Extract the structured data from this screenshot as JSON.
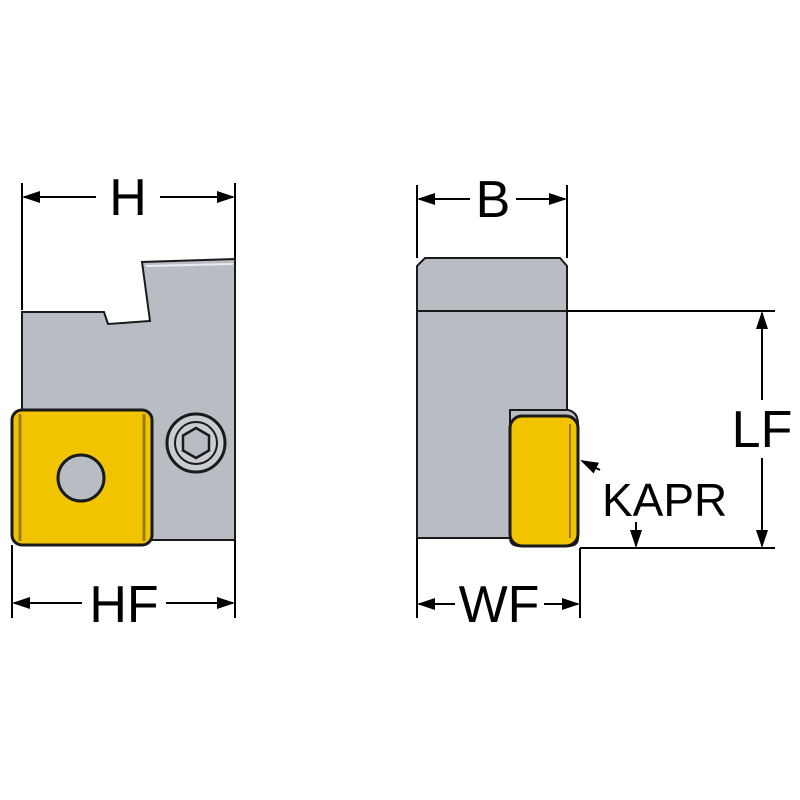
{
  "labels": {
    "H": "H",
    "B": "B",
    "HF": "HF",
    "WF": "WF",
    "LF": "LF",
    "KAPR": "KAPR"
  },
  "colors": {
    "body": "#b8bcc3",
    "body_stroke": "#1a1a1a",
    "insert": "#f2c400",
    "insert_edge": "#9a7a00",
    "screw_bg": "#c9ccd1",
    "line": "#000000",
    "background": "#ffffff"
  }
}
